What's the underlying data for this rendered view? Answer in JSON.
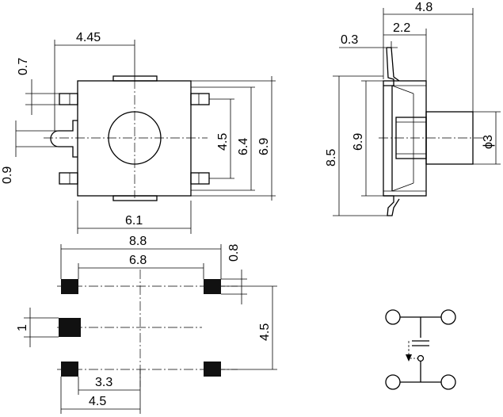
{
  "top_view": {
    "width_total": "4.45",
    "pin_pitch_v": "0.7",
    "lead_width": "0.9",
    "inner_h": "4.5",
    "body_h": "6.4",
    "outer_h": "6.9",
    "body_w": "6.1"
  },
  "side_view": {
    "total_w": "4.8",
    "lead_offset": "2.2",
    "lead_thk": "0.3",
    "total_h": "8.5",
    "body_h": "6.9",
    "plunger_dia": "ϕ3"
  },
  "footprint": {
    "pad_span": "8.8",
    "pad_inner": "6.8",
    "pad_w": "0.8",
    "pad_size": "1",
    "pad_pitch_v": "4.5",
    "center_x": "3.3",
    "half_span": "4.5"
  }
}
